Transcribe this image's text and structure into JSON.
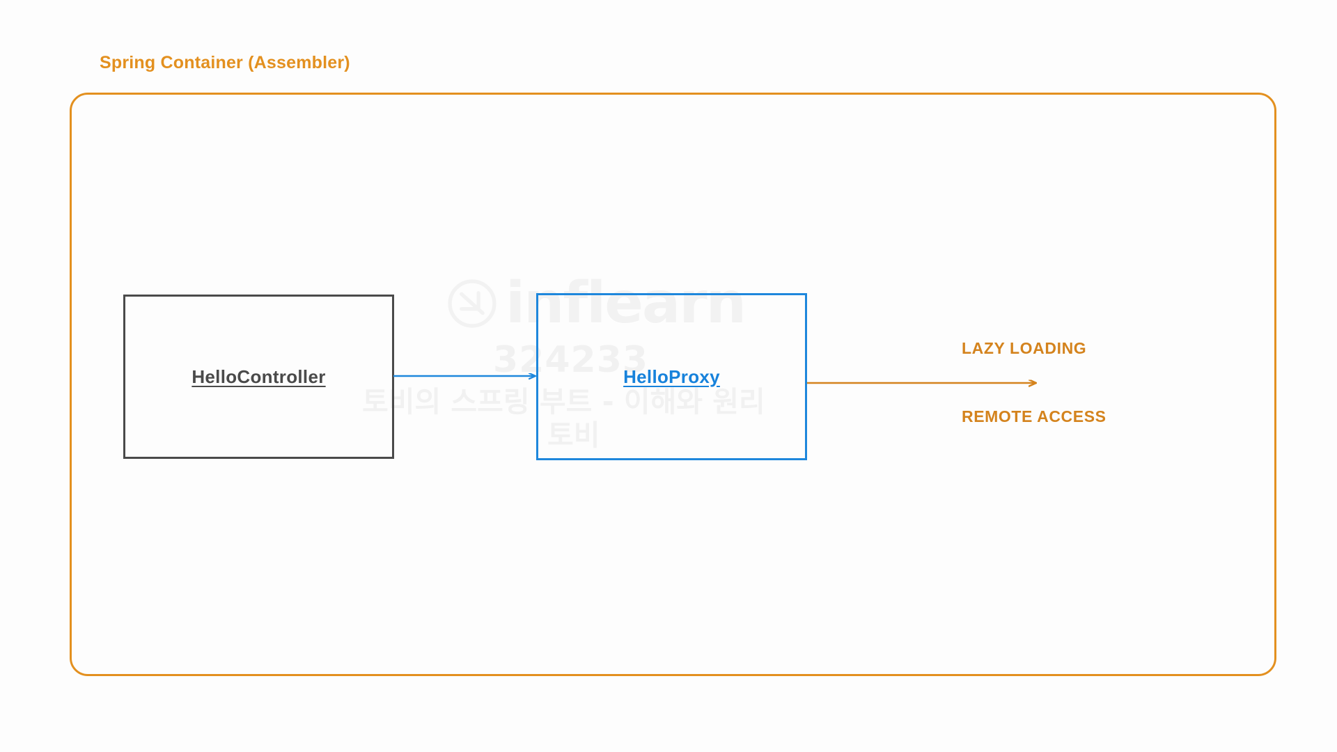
{
  "diagram": {
    "container": {
      "title": "Spring Container (Assembler)",
      "border_color": "#e3901f"
    },
    "nodes": [
      {
        "id": "hello-controller",
        "label": "HelloController",
        "border_color": "#4a4a4a",
        "text_color": "#4a4a4a"
      },
      {
        "id": "hello-proxy",
        "label": "HelloProxy",
        "border_color": "#1e87dc",
        "text_color": "#1782db"
      }
    ],
    "edges": [
      {
        "id": "controller-to-proxy",
        "from": "hello-controller",
        "to": "hello-proxy",
        "color": "#1e87dc",
        "label": ""
      },
      {
        "id": "proxy-to-remote",
        "from": "hello-proxy",
        "to": "external",
        "color": "#d4831d",
        "label": ""
      }
    ],
    "annotations": [
      {
        "id": "lazy-loading",
        "text": "LAZY LOADING",
        "color": "#d4831d"
      },
      {
        "id": "remote-access",
        "text": "REMOTE ACCESS",
        "color": "#d4831d"
      }
    ]
  },
  "watermark": {
    "brand": "inflearn",
    "number": "324233",
    "course": "토비의 스프링 부트 - 이해와 원리",
    "author": "토비",
    "color": "#f1f1f1"
  }
}
